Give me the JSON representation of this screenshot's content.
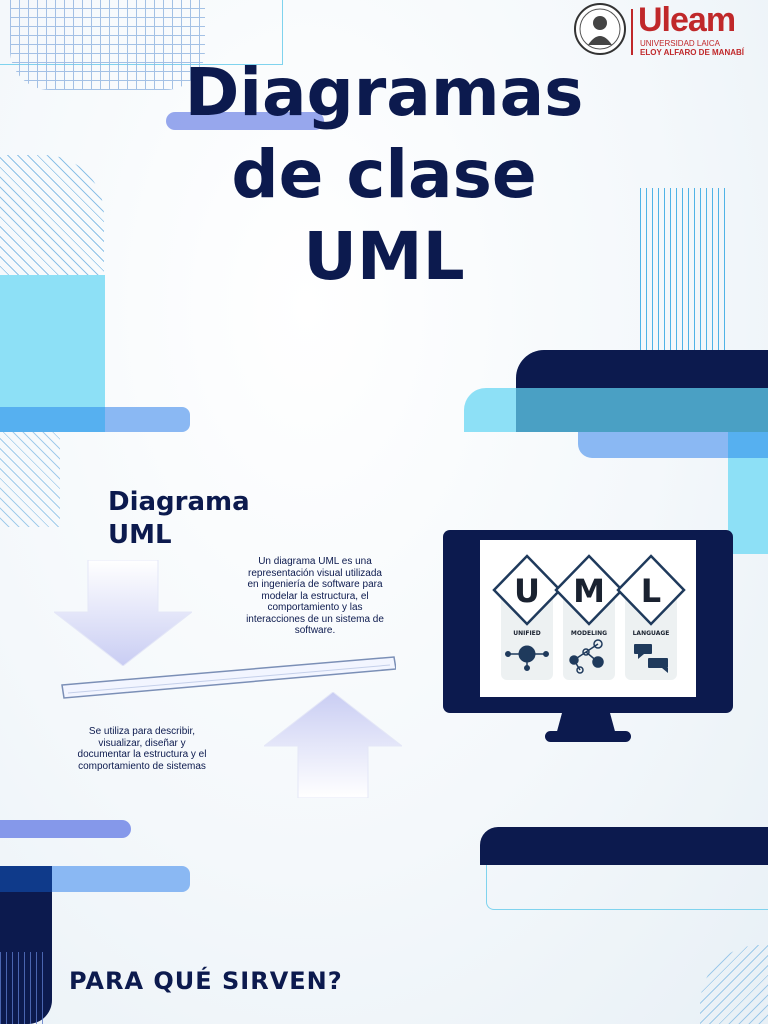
{
  "logo": {
    "name": "Uleam",
    "line1": "UNIVERSIDAD LAICA",
    "line2": "ELOY ALFARO DE MANABÍ"
  },
  "title": {
    "line1": "Diagramas",
    "line2": "de clase",
    "line3": "UML"
  },
  "subtitle": {
    "line1": "Diagrama",
    "line2": "UML"
  },
  "description_1": "Un diagrama UML es una representación visual utilizada en ingeniería de software para modelar la estructura, el comportamiento y las interacciones de un sistema de software.",
  "description_2": "Se utiliza para describir, visualizar, diseñar y documentar la estructura y el comportamiento de sistemas",
  "uml_graphic": {
    "letters": [
      "U",
      "M",
      "L"
    ],
    "words": [
      "UNIFIED",
      "MODELING",
      "LANGUAGE"
    ]
  },
  "bottom_heading": "PARA QUÉ SIRVEN?",
  "colors": {
    "navy": "#0c1a4e",
    "cyan": "#8de0f6",
    "blue": "#8ab8f3",
    "brand_red": "#c0282a"
  }
}
